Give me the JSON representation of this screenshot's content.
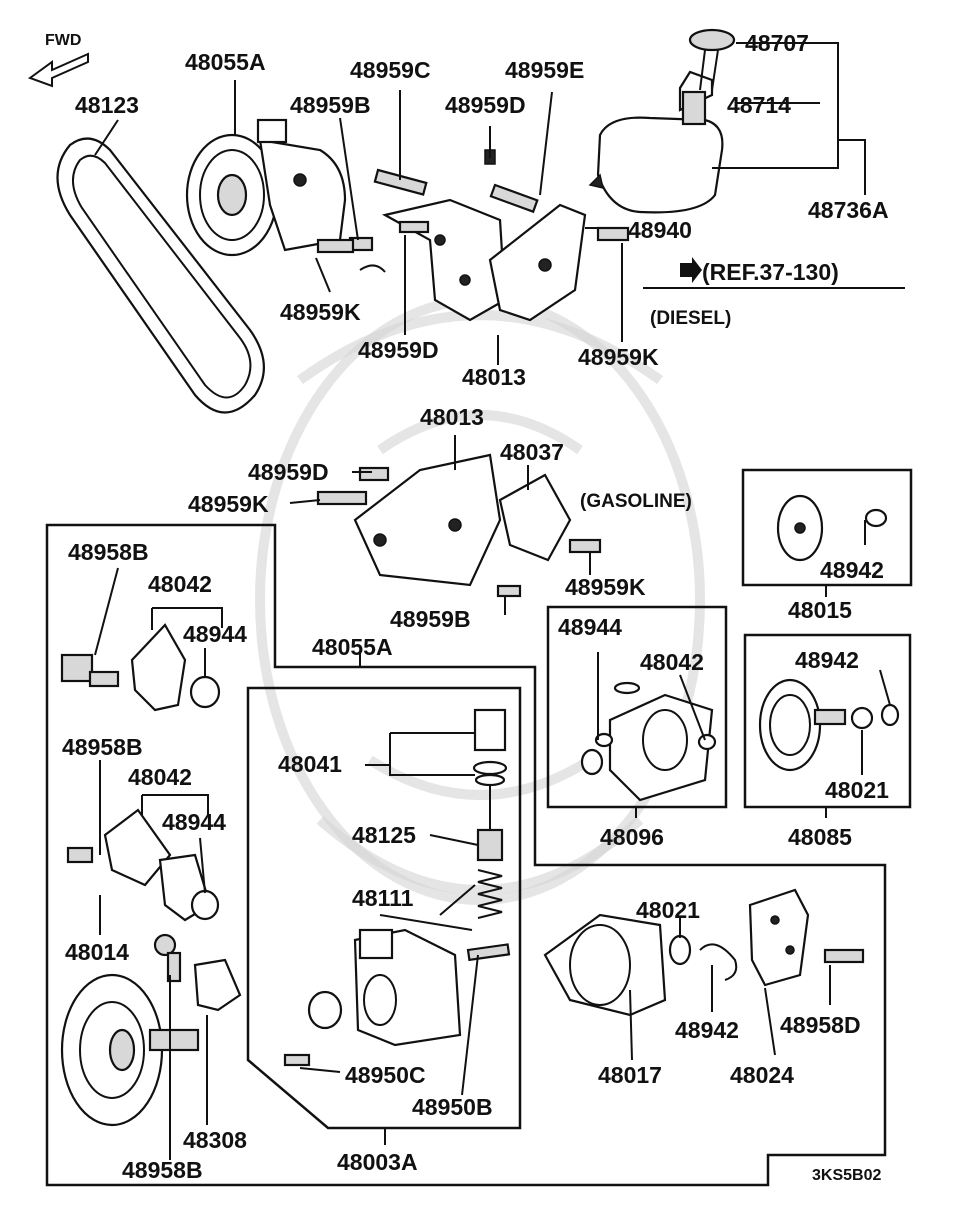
{
  "direction_label": "FWD",
  "notes": {
    "reference": "(REF.37-130)",
    "diesel": "(DIESEL)",
    "gasoline": "(GASOLINE)",
    "diagram_code": "3KS5B02"
  },
  "labels": {
    "p48707": "48707",
    "p48714": "48714",
    "p48736A": "48736A",
    "p48055A_top": "48055A",
    "p48123": "48123",
    "p48959C": "48959C",
    "p48959E": "48959E",
    "p48959B_top": "48959B",
    "p48959D_top": "48959D",
    "p48940": "48940",
    "p48959K_a": "48959K",
    "p48959D_mid": "48959D",
    "p48013_top": "48013",
    "p48959K_b": "48959K",
    "p48013_mid": "48013",
    "p48037": "48037",
    "p48959D_gas": "48959D",
    "p48959K_gas": "48959K",
    "p48959K_gas2": "48959K",
    "p48959B_gas": "48959B",
    "p48942_box1": "48942",
    "p48015": "48015",
    "p48958B_a": "48958B",
    "p48042_a": "48042",
    "p48944_a": "48944",
    "p48055A_box": "48055A",
    "p48944_box": "48944",
    "p48042_box": "48042",
    "p48096": "48096",
    "p48942_box2": "48942",
    "p48021_box": "48021",
    "p48085": "48085",
    "p48041": "48041",
    "p48125": "48125",
    "p48111": "48111",
    "p48950C": "48950C",
    "p48950B": "48950B",
    "p48003A": "48003A",
    "p48958B_b": "48958B",
    "p48042_b": "48042",
    "p48944_b": "48944",
    "p48014": "48014",
    "p48308": "48308",
    "p48958B_c": "48958B",
    "p48021": "48021",
    "p48942": "48942",
    "p48958D": "48958D",
    "p48017": "48017",
    "p48024": "48024"
  }
}
